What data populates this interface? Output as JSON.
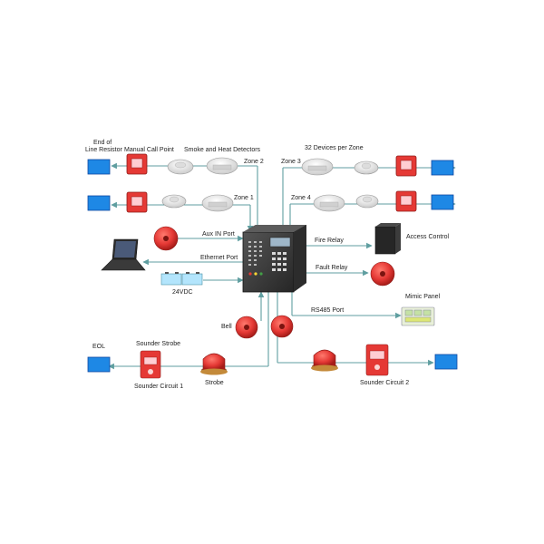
{
  "labels": {
    "end_of_line_resistor_1": "End of",
    "end_of_line_resistor_2": "Line Resistor",
    "manual_call_point": "Manual Call Point",
    "smoke_heat_detectors": "Smoke and Heat  Detectors",
    "devices_per_zone": "32 Devices per Zone",
    "zone_1": "Zone 1",
    "zone_2": "Zone 2",
    "zone_3": "Zone 3",
    "zone_4": "Zone 4",
    "aux_in_port": "Aux IN Port",
    "ethernet_port": "Ethernet Port",
    "power_24vdc": "24VDC",
    "fire_relay": "Fire Relay",
    "access_control": "Access Control",
    "fault_relay": "Fault Relay",
    "rs485_port": "RS485 Port",
    "mimic_panel": "Mimic Panel",
    "bell": "Bell",
    "eol": "EOL",
    "sounder_strobe": "Sounder Strobe",
    "sounder_circuit_1": "Sounder Circuit 1",
    "strobe": "Strobe",
    "sounder_circuit_2": "Sounder Circuit 2"
  },
  "colors": {
    "wire": "#5f9ea0",
    "eol_box": "#1e88e5",
    "alarm_red": "#e53935",
    "panel": "#3a3a3a",
    "detector": "#eeeeee"
  }
}
